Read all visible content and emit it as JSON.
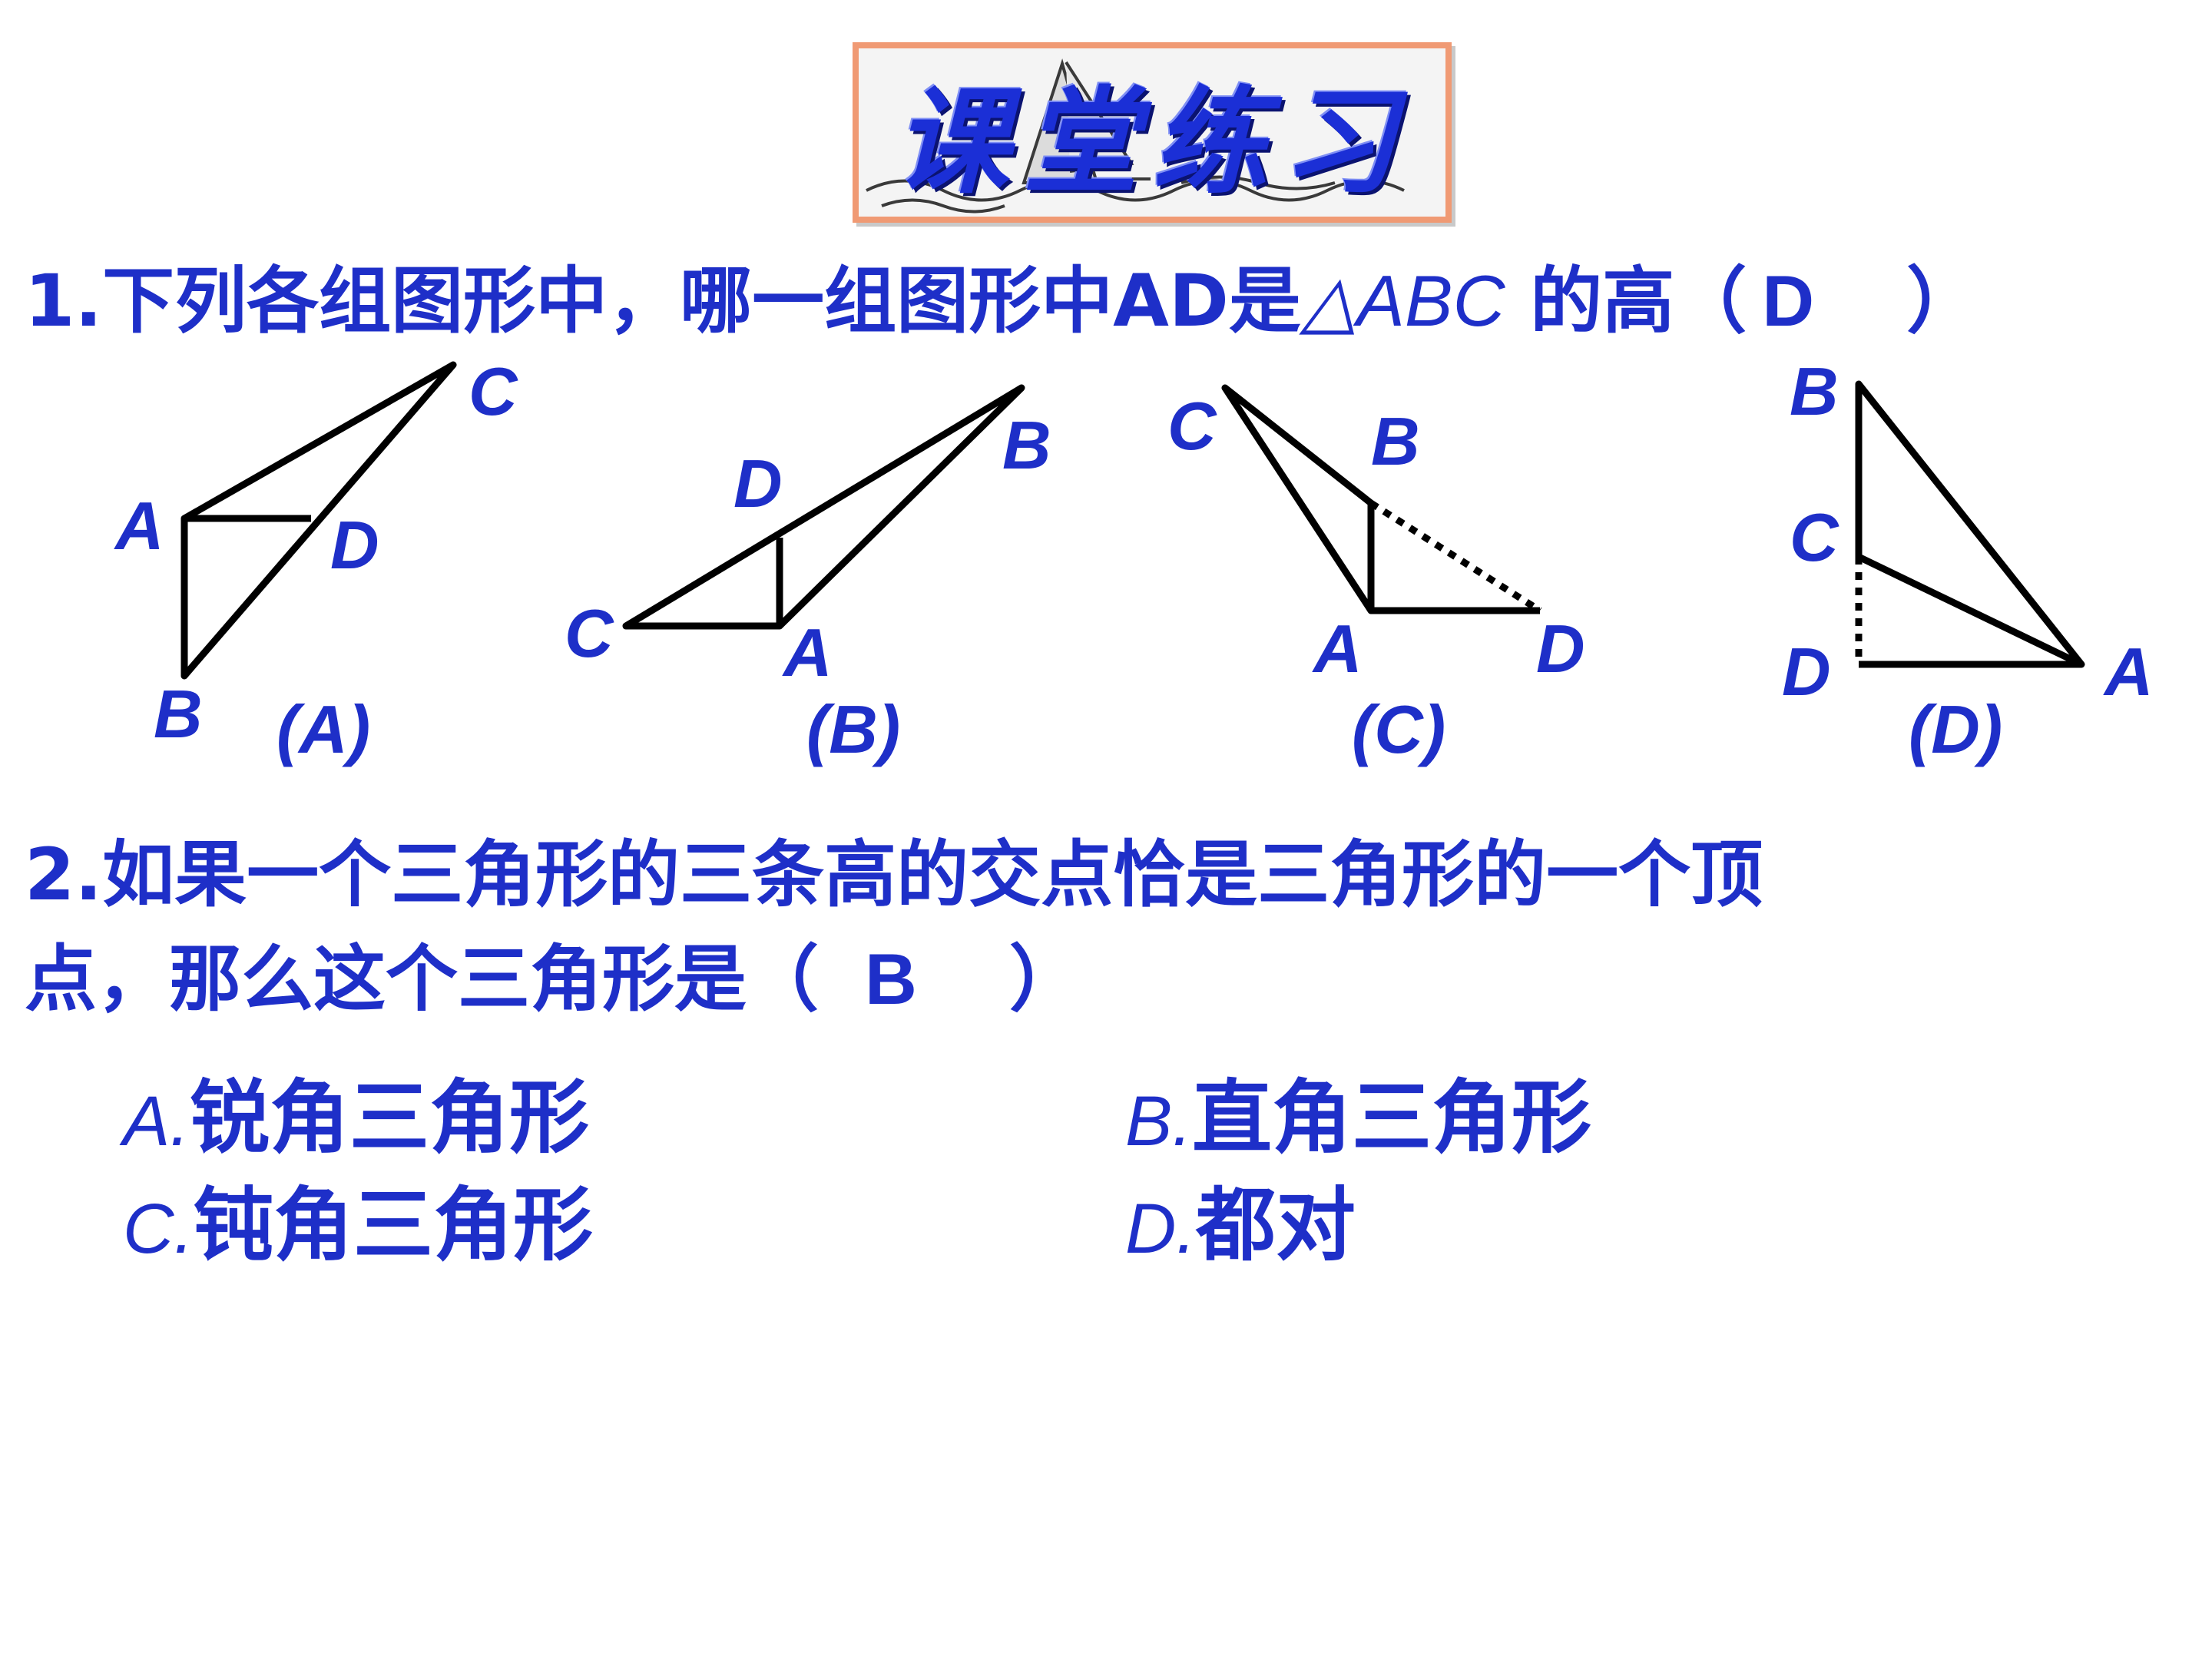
{
  "banner": {
    "title": "课堂练习"
  },
  "q1": {
    "text": "1.下列各组图形中，哪一组图形中AD是",
    "triangle": "△ABC",
    "suffix": " 的高（",
    "answer": "D",
    "close": "）",
    "figures": {
      "A": {
        "caption": "(A)",
        "labels": {
          "A": "A",
          "B": "B",
          "C": "C",
          "D": "D"
        }
      },
      "B": {
        "caption": "(B)",
        "labels": {
          "A": "A",
          "B": "B",
          "C": "C",
          "D": "D"
        }
      },
      "C": {
        "caption": "(C)",
        "labels": {
          "A": "A",
          "B": "B",
          "C": "C",
          "D": "D"
        }
      },
      "D": {
        "caption": "(D)",
        "labels": {
          "A": "A",
          "B": "B",
          "C": "C",
          "D": "D"
        }
      }
    }
  },
  "q2": {
    "line1": "2.如果一个三角形的三条高的交点恰是三角形的一个顶",
    "line2": "点，那么这个三角形是（",
    "answer": "B",
    "close": "）",
    "options": [
      {
        "letter": "A.",
        "text": "锐角三角形"
      },
      {
        "letter": "B.",
        "text": "直角三角形"
      },
      {
        "letter": "C.",
        "text": "钝角三角形"
      },
      {
        "letter": "D.",
        "text": "都对"
      }
    ]
  }
}
